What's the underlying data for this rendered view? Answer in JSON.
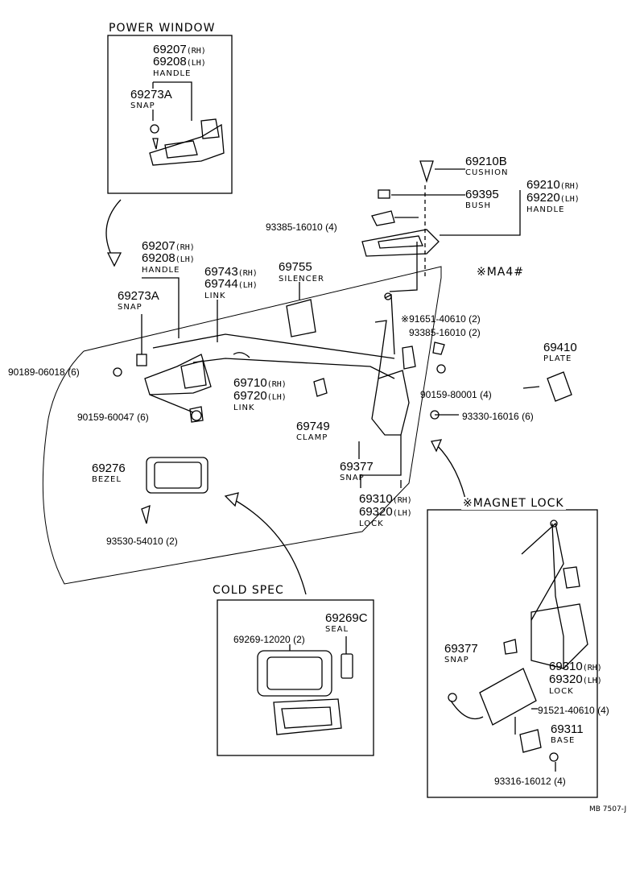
{
  "boxes": {
    "power_window": "POWER WINDOW",
    "cold_spec": "COLD SPEC",
    "magnet_lock": "※MAGNET LOCK"
  },
  "mark_ma4": "※MA4#",
  "drawing_code": "MB 7507-J",
  "parts": {
    "pw_handle_rh": "69207",
    "pw_handle_lh": "69208",
    "pw_handle_name": "HANDLE",
    "pw_snap": "69273A",
    "pw_snap_name": "SNAP",
    "cushion": "69210B",
    "cushion_name": "CUSHION",
    "bush": "69395",
    "bush_name": "BUSH",
    "outer_handle_rh": "69210",
    "outer_handle_lh": "69220",
    "outer_handle_name": "HANDLE",
    "screw_93385_a": "93385-16010 (4)",
    "in_handle_rh": "69207",
    "in_handle_lh": "69208",
    "in_handle_name": "HANDLE",
    "link_rh": "69743",
    "link_lh": "69744",
    "link_name": "LINK",
    "silencer": "69755",
    "silencer_name": "SILENCER",
    "snap2": "69273A",
    "snap2_name": "SNAP",
    "screw_91651": "91651-40610 (2)",
    "screw_93385_b": "93385-16010 (2)",
    "plate": "69410",
    "plate_name": "PLATE",
    "screw_90189": "90189-06018 (6)",
    "link2_rh": "69710",
    "link2_lh": "69720",
    "link2_name": "LINK",
    "screw_90159_80001": "90159-80001 (4)",
    "screw_93330": "93330-16016 (6)",
    "screw_90159_60047": "90159-60047 (6)",
    "clamp": "69749",
    "clamp_name": "CLAMP",
    "bezel": "69276",
    "bezel_name": "BEZEL",
    "snap3": "69377",
    "snap3_name": "SNAP",
    "lock_rh": "69310",
    "lock_lh": "69320",
    "lock_name": "LOCK",
    "screw_93530": "93530-54010 (2)",
    "cold_part": "69269-12020 (2)",
    "seal": "69269C",
    "seal_name": "SEAL",
    "ml_snap": "69377",
    "ml_snap_name": "SNAP",
    "ml_lock_rh": "69310",
    "ml_lock_lh": "69320",
    "ml_lock_name": "LOCK",
    "ml_screw_91521": "91521-40610 (4)",
    "ml_base": "69311",
    "ml_base_name": "BASE",
    "ml_screw_93316": "93316-16012 (4)"
  },
  "suffix": {
    "rh": "(RH)",
    "lh": "(LH)"
  }
}
